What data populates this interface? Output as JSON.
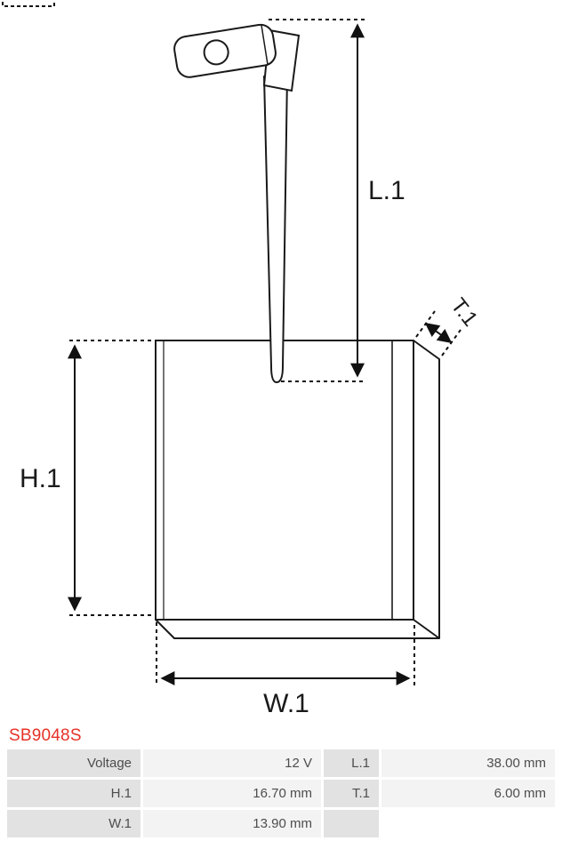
{
  "part_number": "SB9048S",
  "diagram": {
    "labels": {
      "l1": "L.1",
      "h1": "H.1",
      "w1": "W.1",
      "t1": "T.1"
    }
  },
  "specs": {
    "rows": [
      {
        "label1": "Voltage",
        "value1": "12 V",
        "label2": "L.1",
        "value2": "38.00 mm"
      },
      {
        "label1": "H.1",
        "value1": "16.70 mm",
        "label2": "T.1",
        "value2": "6.00 mm"
      },
      {
        "label1": "W.1",
        "value1": "13.90 mm",
        "label2": "",
        "value2": ""
      }
    ]
  },
  "colors": {
    "part_number": "#e63228",
    "line": "#1a1a1a",
    "label_cell_bg": "#e2e2e2",
    "value_cell_bg": "#f3f3f3"
  }
}
